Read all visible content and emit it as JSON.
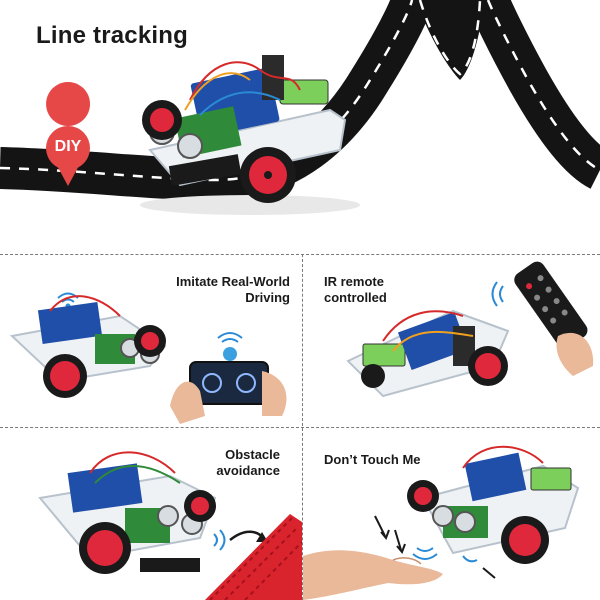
{
  "hero": {
    "title": "Line tracking",
    "badge": "DIY"
  },
  "panels": [
    {
      "label_line1": "Imitate Real-World",
      "label_line2": "Driving"
    },
    {
      "label_line1": "IR remote",
      "label_line2": "controlled"
    },
    {
      "label_line1": "Obstacle",
      "label_line2": "avoidance"
    },
    {
      "label_line1": "Don’t Touch Me",
      "label_line2": ""
    }
  ],
  "colors": {
    "road": "#141414",
    "lane_mark": "#ffffff",
    "wheel": "#e0283c",
    "badge": "#e64848",
    "board_blue": "#1f4fa8",
    "board_green": "#2f8a3a",
    "wire_red": "#d62a2a",
    "barrier": "#d9232d"
  },
  "icons": [
    "wifi-icon",
    "phone-icon",
    "remote-icon",
    "hand-icon",
    "motion-arrows-icon",
    "signal-waves-icon"
  ]
}
